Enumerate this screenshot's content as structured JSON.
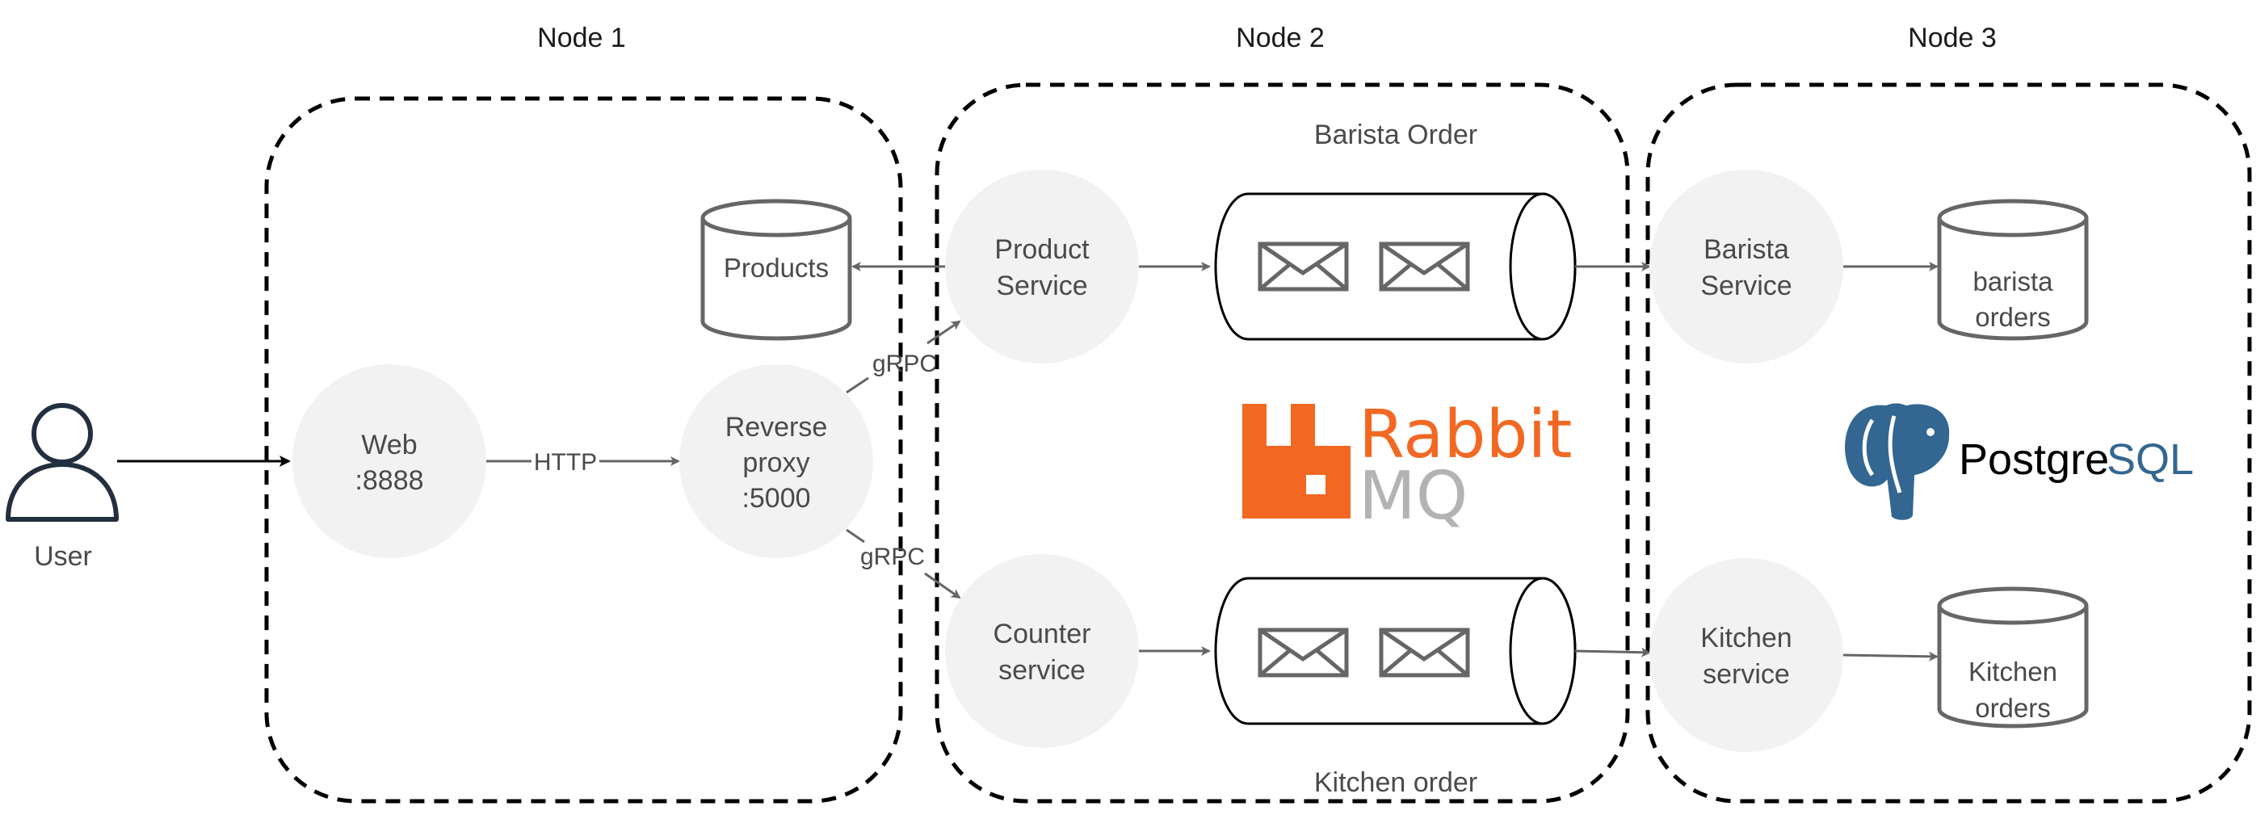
{
  "diagram": {
    "nodes": {
      "node1": "Node 1",
      "node2": "Node 2",
      "node3": "Node 3"
    },
    "user": {
      "label": "User"
    },
    "web": {
      "line1": "Web",
      "line2": ":8888"
    },
    "proxy": {
      "line1": "Reverse",
      "line2": "proxy",
      "line3": ":5000"
    },
    "products_db": {
      "label": "Products"
    },
    "product_service": {
      "line1": "Product",
      "line2": "Service"
    },
    "counter_service": {
      "line1": "Counter",
      "line2": "service"
    },
    "barista_service": {
      "line1": "Barista",
      "line2": "Service"
    },
    "kitchen_service": {
      "line1": "Kitchen",
      "line2": "service"
    },
    "barista_orders_db": {
      "line1": "barista",
      "line2": "orders"
    },
    "kitchen_orders_db": {
      "line1": "Kitchen",
      "line2": "orders"
    },
    "queues": {
      "barista": "Barista Order",
      "kitchen": "Kitchen order"
    },
    "edges": {
      "http": "HTTP",
      "grpc_top": "gRPC",
      "grpc_bottom": "gRPC"
    },
    "logos": {
      "rabbitmq_line1": "Rabbit",
      "rabbitmq_line2": "MQ",
      "postgres_part1": "Postgre",
      "postgres_part2": "SQL"
    }
  },
  "colors": {
    "service_fill": "#f2f2f2",
    "line": "#666666",
    "text": "#4a4a4a",
    "dashed_border": "#000000",
    "rabbit_orange": "#f26822",
    "rabbit_gray": "#b3b3b3",
    "postgres_blue": "#336791",
    "user_icon": "#232f3e"
  }
}
